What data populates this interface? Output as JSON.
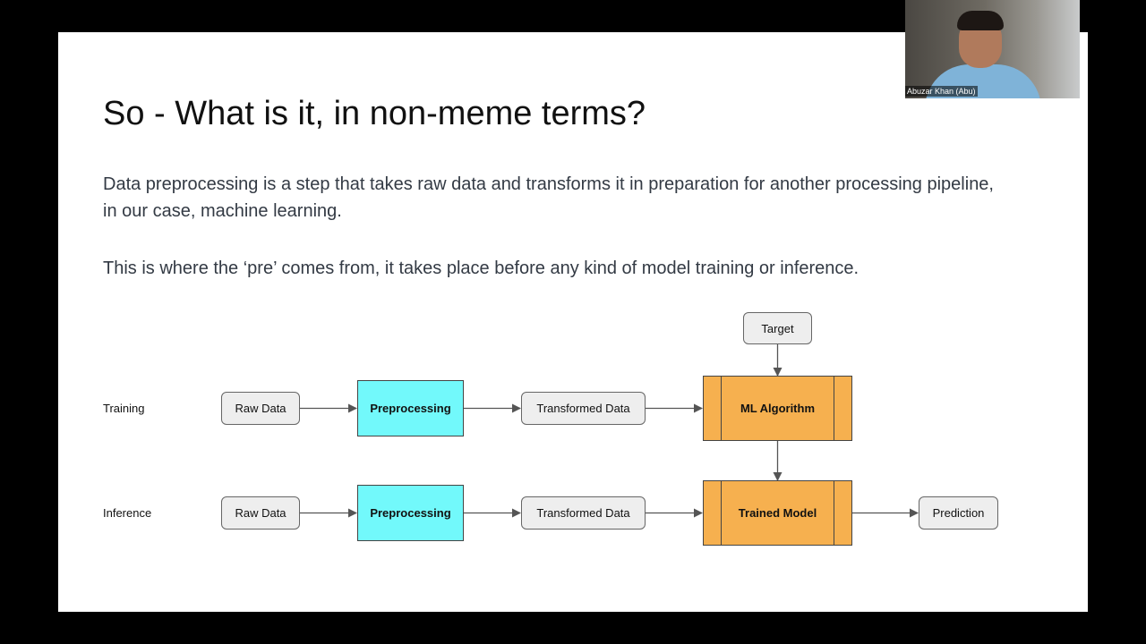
{
  "slide": {
    "title": "So - What is it, in non-meme terms?",
    "paragraph_1": "Data preprocessing is a step that takes raw data and transforms it in preparation for another processing pipeline, in our case, machine learning.",
    "paragraph_2": "This is where the ‘pre’ comes from, it takes place before any kind of model training or inference."
  },
  "diagram": {
    "target": "Target",
    "training": {
      "label": "Training",
      "raw_data": "Raw Data",
      "preprocessing": "Preprocessing",
      "transformed_data": "Transformed Data",
      "model": "ML Algorithm"
    },
    "inference": {
      "label": "Inference",
      "raw_data": "Raw Data",
      "preprocessing": "Preprocessing",
      "transformed_data": "Transformed Data",
      "model": "Trained Model",
      "output": "Prediction"
    },
    "colors": {
      "preprocessing_fill": "#72f9fb",
      "model_fill": "#f6b04f",
      "node_fill": "#eeeeee",
      "arrow": "#555555"
    }
  },
  "video": {
    "participant_name": "Abuzar Khan (Abu)"
  }
}
